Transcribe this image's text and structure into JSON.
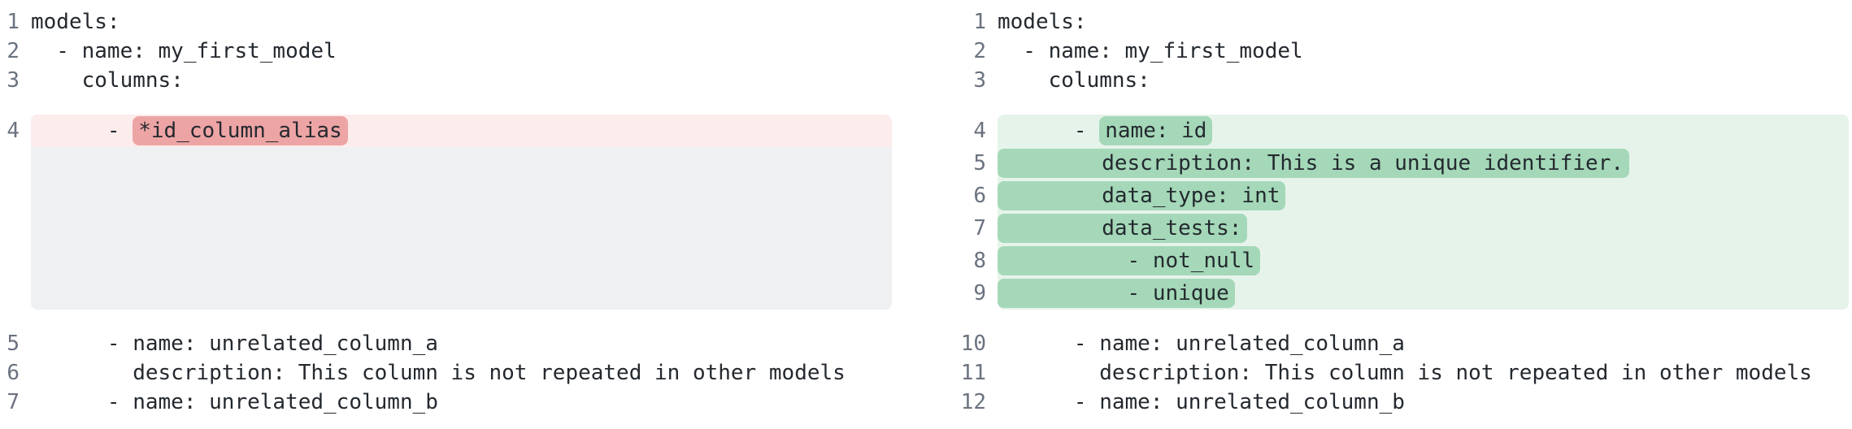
{
  "diff_view": {
    "language": "yaml",
    "left": {
      "side": "removed",
      "lines": [
        {
          "num": "1",
          "text": "models:"
        },
        {
          "num": "2",
          "text": "  - name: my_first_model"
        },
        {
          "num": "3",
          "text": "    columns:"
        },
        {
          "num": "4",
          "change": "removed",
          "prefix": "      - ",
          "token": "*id_column_alias"
        },
        {
          "num": "5",
          "text": "      - name: unrelated_column_a"
        },
        {
          "num": "6",
          "text": "        description: This column is not repeated in other models"
        },
        {
          "num": "7",
          "text": "      - name: unrelated_column_b"
        }
      ],
      "collapsed_placeholder_rows": 5
    },
    "right": {
      "side": "added",
      "lines": [
        {
          "num": "1",
          "text": "models:"
        },
        {
          "num": "2",
          "text": "  - name: my_first_model"
        },
        {
          "num": "3",
          "text": "    columns:"
        },
        {
          "num": "4",
          "change": "added",
          "prefix": "      - ",
          "token": "name: id"
        },
        {
          "num": "5",
          "change": "added",
          "token": "        description: This is a unique identifier."
        },
        {
          "num": "6",
          "change": "added",
          "token": "        data_type: int"
        },
        {
          "num": "7",
          "change": "added",
          "token": "        data_tests:"
        },
        {
          "num": "8",
          "change": "added",
          "token": "          - not_null"
        },
        {
          "num": "9",
          "change": "added",
          "token": "          - unique"
        },
        {
          "num": "10",
          "text": "      - name: unrelated_column_a"
        },
        {
          "num": "11",
          "text": "        description: This column is not repeated in other models"
        },
        {
          "num": "12",
          "text": "      - name: unrelated_column_b"
        }
      ]
    },
    "colors": {
      "removed_line_bg": "#fdecec",
      "removed_token_bg": "#eda4a4",
      "added_block_bg": "#e6f3ea",
      "added_token_bg": "#a4d8b8",
      "collapsed_placeholder_bg": "#eef0f2",
      "line_number": "#6b7280",
      "code_text": "#24292f"
    }
  }
}
